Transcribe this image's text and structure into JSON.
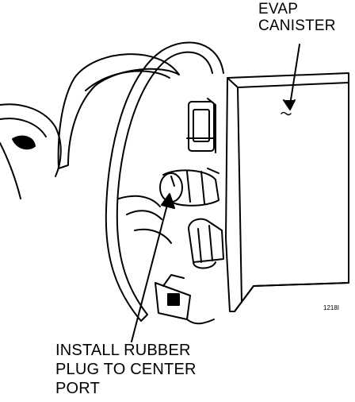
{
  "callouts": {
    "evap_canister": "EVAP\nCANISTER",
    "rubber_plug": "INSTALL RUBBER\nPLUG TO CENTER\nPORT"
  },
  "figure_ref": "1218I",
  "colors": {
    "ink": "#000000",
    "paper": "#ffffff"
  }
}
